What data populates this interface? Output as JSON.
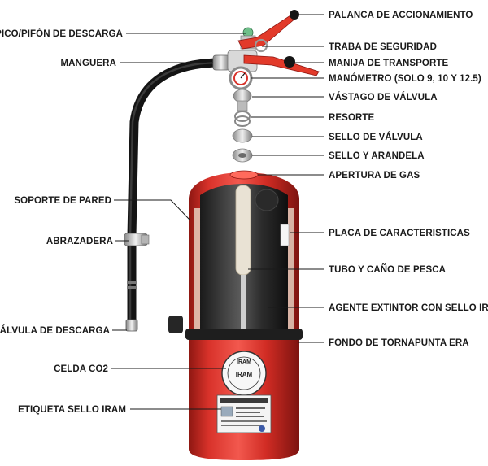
{
  "labels_left": [
    {
      "id": "pico",
      "text": "PICO/PIFÓN DE DESCARGA"
    },
    {
      "id": "manguera",
      "text": "MANGUERA"
    },
    {
      "id": "soporte",
      "text": "SOPORTE DE PARED"
    },
    {
      "id": "abrazadera",
      "text": "ABRAZADERA"
    },
    {
      "id": "valvula-descarga",
      "text": "VÁLVULA DE DESCARGA"
    },
    {
      "id": "celda",
      "text": "CELDA CO2"
    },
    {
      "id": "etiqueta",
      "text": "ETIQUETA SELLO IRAM"
    }
  ],
  "labels_right": [
    {
      "id": "palanca",
      "text": "PALANCA DE ACCIONAMIENTO"
    },
    {
      "id": "traba",
      "text": "TRABA DE SEGURIDAD"
    },
    {
      "id": "manija",
      "text": "MANIJA DE TRANSPORTE"
    },
    {
      "id": "manometro",
      "text": "MANÓMETRO (SOLO 9, 10 Y 12.5)"
    },
    {
      "id": "vastago",
      "text": "VÁSTAGO DE VÁLVULA"
    },
    {
      "id": "resorte",
      "text": "RESORTE"
    },
    {
      "id": "sello-valvula",
      "text": "SELLO DE VÁLVULA"
    },
    {
      "id": "sello-arandela",
      "text": "SELLO Y ARANDELA"
    },
    {
      "id": "apertura",
      "text": "APERTURA DE GAS"
    },
    {
      "id": "placa",
      "text": "PLACA DE CARACTERISTICAS"
    },
    {
      "id": "tubo",
      "text": "TUBO Y CAÑO DE PESCA"
    },
    {
      "id": "agente",
      "text": "AGENTE EXTINTOR CON SELLO IRAM"
    },
    {
      "id": "fondo",
      "text": "FONDO DE TORNAPUNTA ERA"
    }
  ],
  "seal": {
    "top": "IRAM",
    "center": "IRAM"
  },
  "sticker": {
    "title": "ETIQUETA SELLO IRAM"
  },
  "colors": {
    "body_red": "#d8322a",
    "dark_red": "#8e1712",
    "hose": "#1b1b1b",
    "metal": "#c8c8c8",
    "brass": "#c9a24a",
    "lever": "#e23a2a"
  }
}
